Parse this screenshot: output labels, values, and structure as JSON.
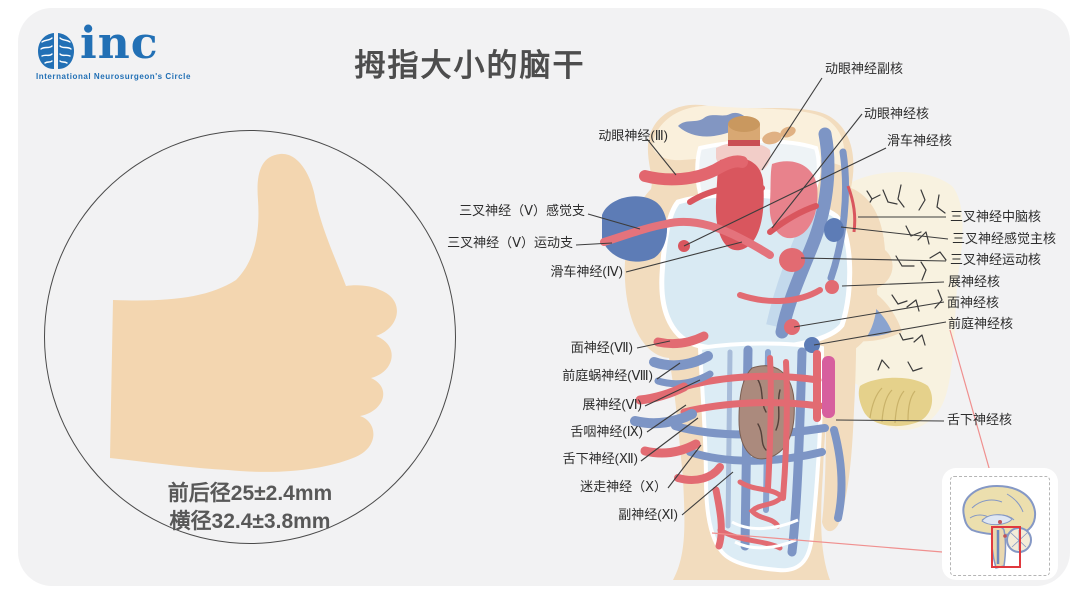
{
  "logo": {
    "brand": "inc",
    "tagline": "International  Neurosurgeon's  Circle",
    "color": "#2270b5"
  },
  "title": "拇指大小的脑干",
  "thumb_figure": {
    "measurement_line1": "前后径25±2.4mm",
    "measurement_line2": "横径32.4±3.8mm",
    "skin_color": "#f3d6b0"
  },
  "brainstem_figure": {
    "left_labels": [
      "动眼神经(Ⅲ)",
      "三叉神经（Ⅴ）感觉支",
      "三叉神经（Ⅴ）运动支",
      "滑车神经(Ⅳ)",
      "面神经(Ⅶ)",
      "前庭蜗神经(Ⅷ)",
      "展神经(Ⅵ)",
      "舌咽神经(Ⅸ)",
      "舌下神经(Ⅻ)",
      "迷走神经（Ⅹ）",
      "副神经(Ⅺ)"
    ],
    "right_labels": [
      "动眼神经副核",
      "动眼神经核",
      "滑车神经核",
      "三叉神经中脑核",
      "三叉神经感觉主核",
      "三叉神经运动核",
      "展神经核",
      "面神经核",
      "前庭神经核",
      "舌下神经核"
    ],
    "inset_highlight_color": "#e0393e"
  },
  "colors": {
    "panel_bg": "#f2f2f3",
    "beige": "#f2dcbe",
    "cream": "#faf0dc",
    "light_blue": "#d9eaf3",
    "nerve_blue": "#7d95c5",
    "deep_blue": "#5d7cb6",
    "nerve_red": "#e26b72",
    "deep_red": "#d9565e",
    "magenta": "#d75f9e",
    "olive_brown": "#ab8a7d",
    "tonsil_yellow": "#e5d18b",
    "pink_leader": "#f0908f"
  }
}
